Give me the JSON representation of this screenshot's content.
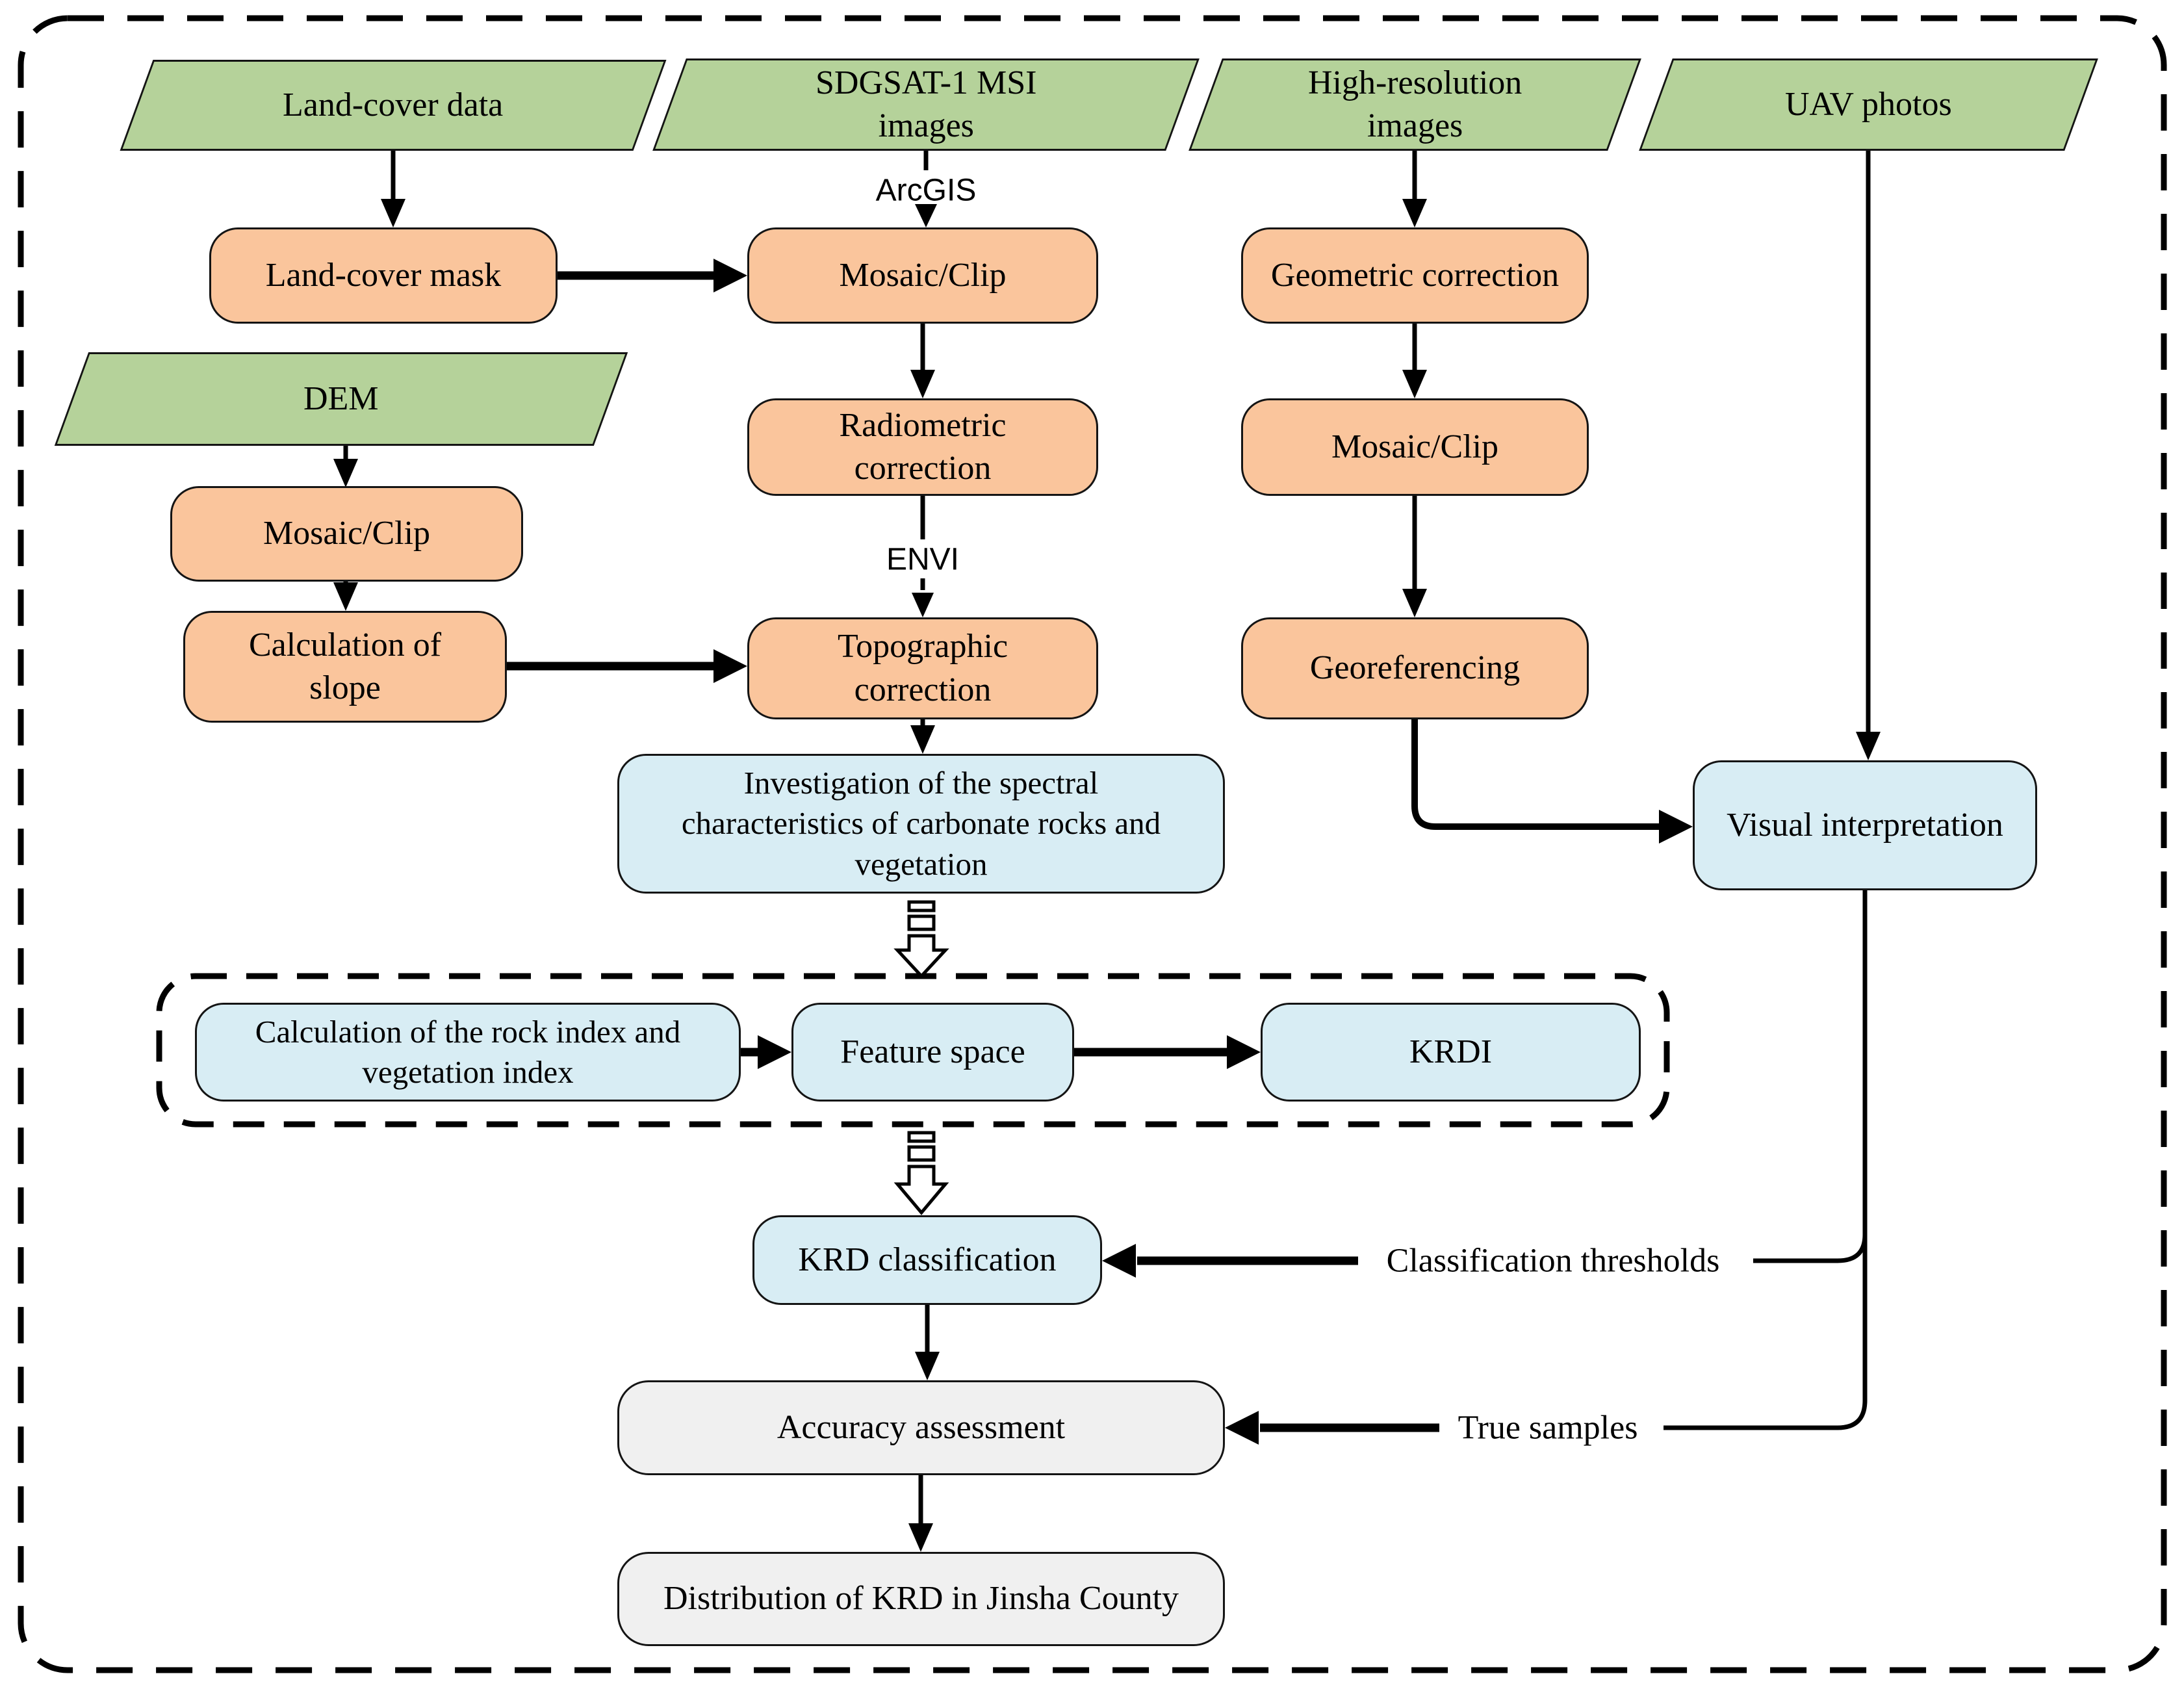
{
  "colors": {
    "green": "#b5d29a",
    "orange": "#fac59c",
    "blue": "#d8edf4",
    "gray": "#f0f0f0",
    "line": "#000000",
    "background": "#ffffff"
  },
  "nodes": {
    "land_cover_data": "Land-cover data",
    "sdgsat_msi": "SDGSAT-1 MSI\nimages",
    "high_res": "High-resolution\nimages",
    "uav_photos": "UAV photos",
    "land_cover_mask": "Land-cover mask",
    "mosaic_clip_msi": "Mosaic/Clip",
    "geometric_correction": "Geometric correction",
    "dem": "DEM",
    "radiometric_correction": "Radiometric\ncorrection",
    "mosaic_clip_high": "Mosaic/Clip",
    "mosaic_clip_dem": "Mosaic/Clip",
    "calculation_of_slope": "Calculation of\nslope",
    "topographic_correction": "Topographic\ncorrection",
    "georeferencing": "Georeferencing",
    "investigation": "Investigation of the spectral\ncharacteristics of carbonate rocks and\nvegetation",
    "visual_interpretation": "Visual interpretation",
    "calc_rock_veg_index": "Calculation of the rock index and\nvegetation index",
    "feature_space": "Feature space",
    "krdi": "KRDI",
    "krd_classification": "KRD classification",
    "accuracy_assessment": "Accuracy assessment",
    "distribution_krd": "Distribution of KRD in Jinsha County"
  },
  "labels": {
    "arcgis": "ArcGIS",
    "envi": "ENVI",
    "classification_thresholds": "Classification thresholds",
    "true_samples": "True samples"
  }
}
